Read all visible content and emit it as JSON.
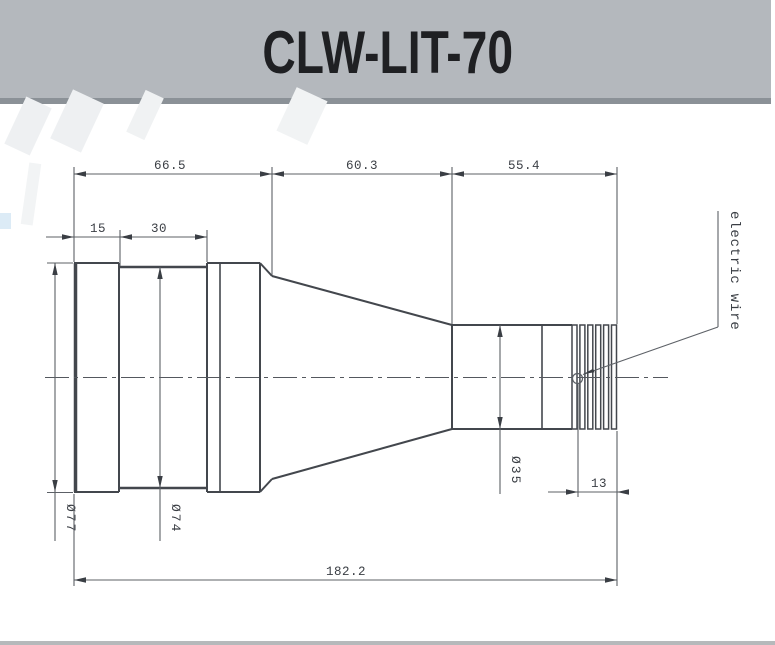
{
  "header": {
    "title": "CLW-LIT-70"
  },
  "drawing": {
    "dims": {
      "seg1_length": "66.5",
      "seg2_length": "60.3",
      "seg3_length": "55.4",
      "front_ring_width": "15",
      "mid_ring_width": "30",
      "connector_length": "13",
      "total_length": "182.2",
      "front_diameter": "Ø77",
      "mid_diameter": "Ø74",
      "rear_diameter": "Ø35"
    },
    "labels": {
      "electric_wire": "electric wire"
    }
  }
}
